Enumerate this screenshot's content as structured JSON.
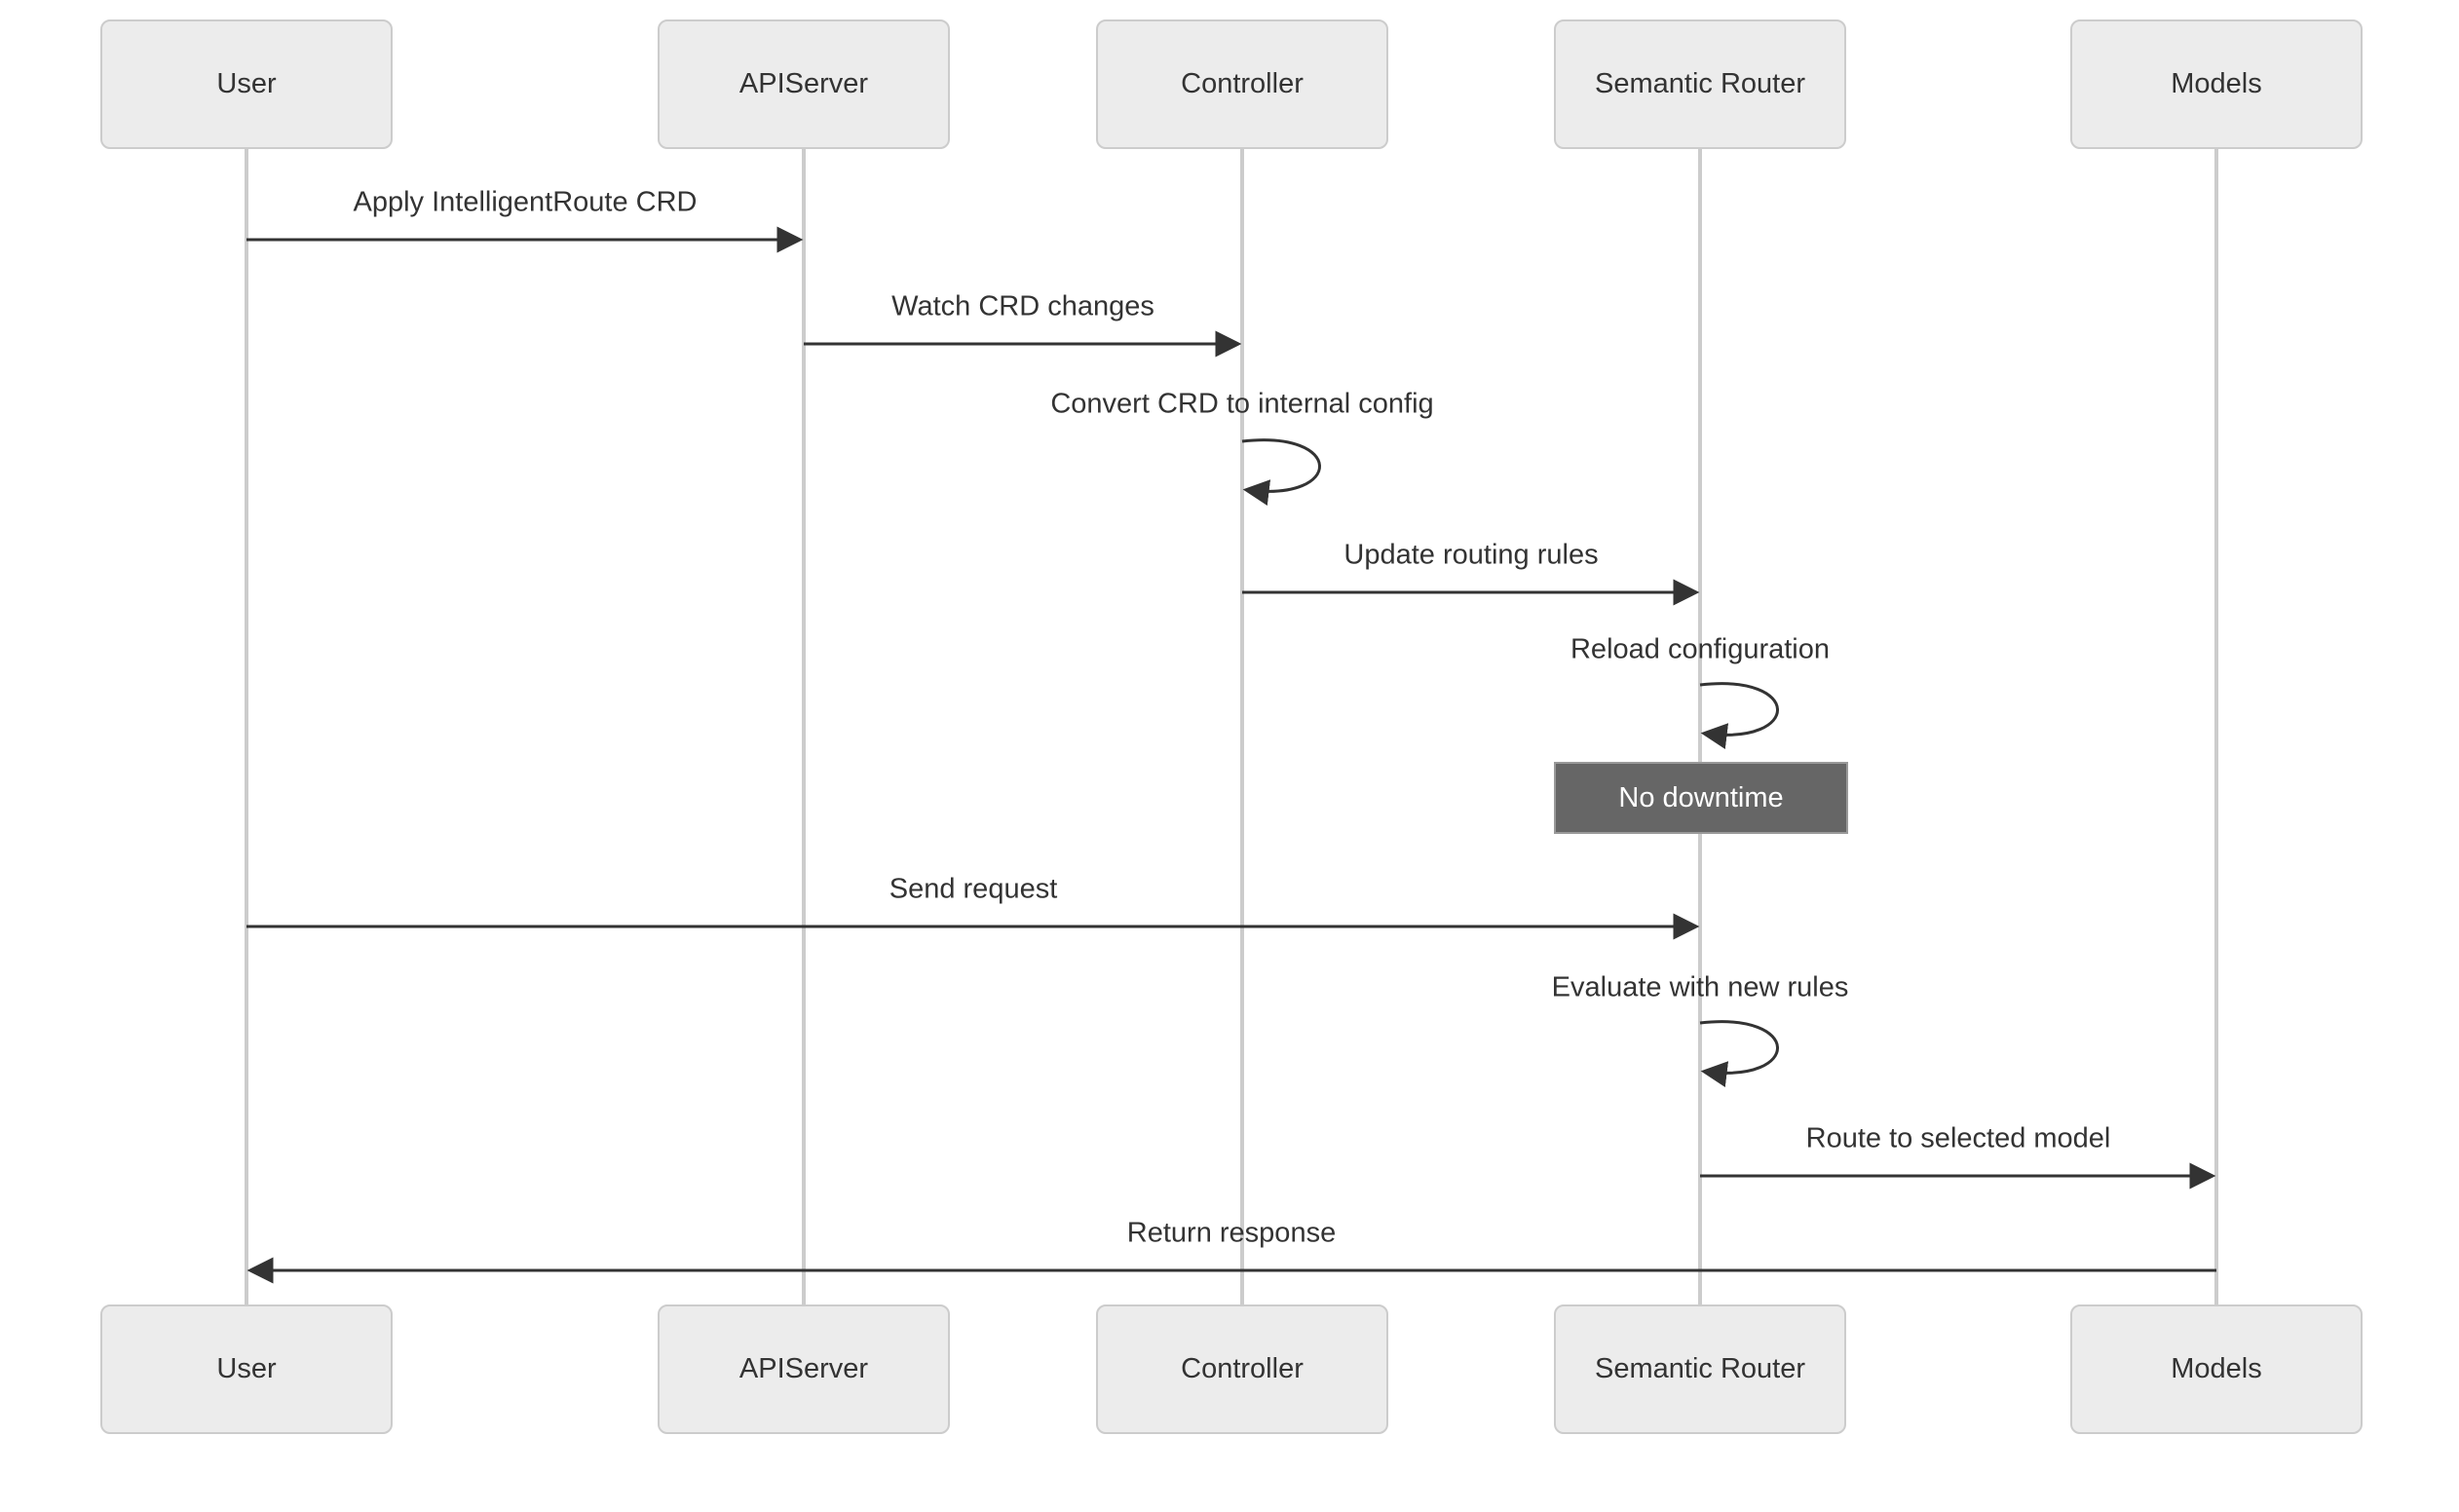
{
  "diagram_type": "sequence-diagram",
  "colors": {
    "background": "#ffffff",
    "actor_fill": "#ececec",
    "actor_border": "#cccccc",
    "text": "#333333",
    "lifeline": "#cccccc",
    "arrow": "#333333",
    "note_fill": "#666666",
    "note_border": "#999999",
    "note_text": "#ffffff"
  },
  "actors": [
    {
      "label": "User"
    },
    {
      "label": "APIServer"
    },
    {
      "label": "Controller"
    },
    {
      "label": "Semantic Router"
    },
    {
      "label": "Models"
    }
  ],
  "messages": [
    {
      "from": "User",
      "to": "APIServer",
      "label": "Apply IntelligentRoute CRD",
      "kind": "arrow"
    },
    {
      "from": "APIServer",
      "to": "Controller",
      "label": "Watch CRD changes",
      "kind": "arrow"
    },
    {
      "from": "Controller",
      "to": "Controller",
      "label": "Convert CRD to internal config",
      "kind": "self-loop"
    },
    {
      "from": "Controller",
      "to": "Semantic Router",
      "label": "Update routing rules",
      "kind": "arrow"
    },
    {
      "from": "Semantic Router",
      "to": "Semantic Router",
      "label": "Reload configuration",
      "kind": "self-loop"
    },
    {
      "from": "User",
      "to": "Semantic Router",
      "label": "Send request",
      "kind": "arrow"
    },
    {
      "from": "Semantic Router",
      "to": "Semantic Router",
      "label": "Evaluate with new rules",
      "kind": "self-loop"
    },
    {
      "from": "Semantic Router",
      "to": "Models",
      "label": "Route to selected model",
      "kind": "arrow"
    },
    {
      "from": "Models",
      "to": "User",
      "label": "Return response",
      "kind": "arrow"
    }
  ],
  "note": {
    "over": "Semantic Router",
    "label": "No downtime"
  }
}
